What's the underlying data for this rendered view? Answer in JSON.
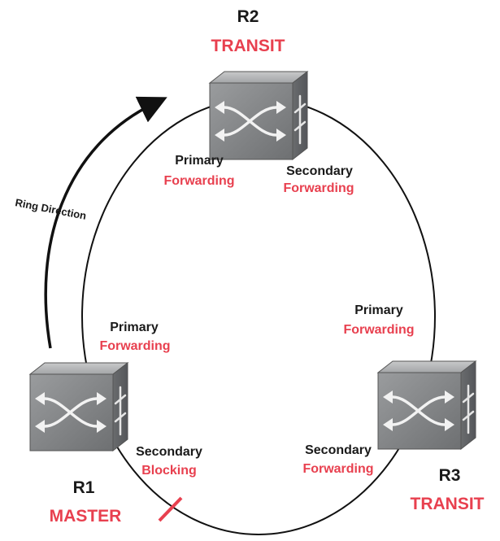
{
  "nodes": [
    {
      "name": "R1",
      "role": "MASTER",
      "ports": [
        {
          "port": "Primary",
          "state": "Forwarding"
        },
        {
          "port": "Secondary",
          "state": "Blocking"
        }
      ]
    },
    {
      "name": "R2",
      "role": "TRANSIT",
      "ports": [
        {
          "port": "Primary",
          "state": "Forwarding"
        },
        {
          "port": "Secondary",
          "state": "Forwarding"
        }
      ]
    },
    {
      "name": "R3",
      "role": "TRANSIT",
      "ports": [
        {
          "port": "Primary",
          "state": "Forwarding"
        },
        {
          "port": "Secondary",
          "state": "Forwarding"
        }
      ]
    }
  ],
  "ring_direction_label": "Ring Direction",
  "colors": {
    "accent": "#e8404f",
    "text": "#1a1a1a",
    "device": "#8a8c8e",
    "ring": "#111111"
  },
  "icons": [
    "switch-cube-icon",
    "arrow-icon",
    "block-mark-icon"
  ]
}
